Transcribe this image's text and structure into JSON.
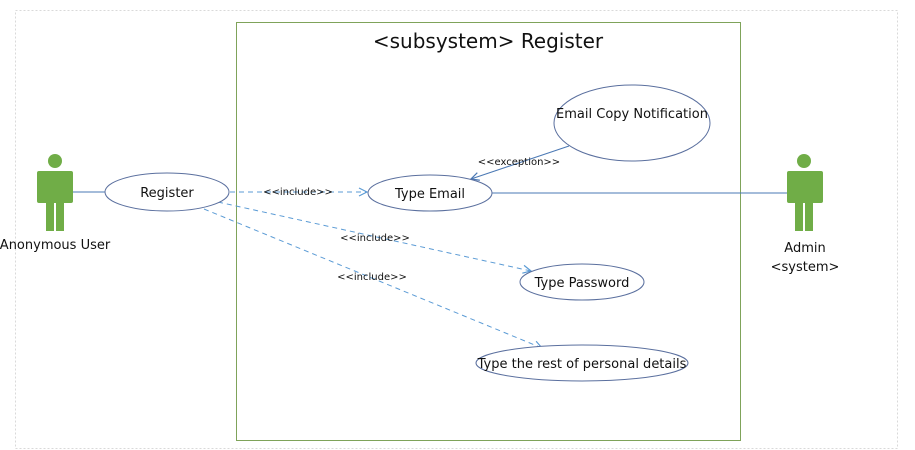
{
  "colors": {
    "boundary": "#7fa35a",
    "ellipse_stroke": "#5a6f9e",
    "assoc_line": "#4a78b4",
    "dashed_line": "#5b9bd5",
    "actor_fill": "#70ad47",
    "page_border": "#d9d9d9"
  },
  "system": {
    "title": "<subsystem> Register"
  },
  "actors": {
    "anonymous": {
      "label": "Anonymous User",
      "icon": "person-icon"
    },
    "admin": {
      "label_line1": "Admin",
      "label_line2": "<system>",
      "icon": "person-icon"
    }
  },
  "use_cases": {
    "register": "Register",
    "type_email": "Type Email",
    "email_copy": "Email Copy Notification",
    "type_password": "Type Password",
    "rest_details": "Type the rest of personal details"
  },
  "relationships": {
    "include_email": "<<include>>",
    "include_password": "<<include>>",
    "include_details": "<<include>>",
    "exception": "<<exception>>"
  }
}
